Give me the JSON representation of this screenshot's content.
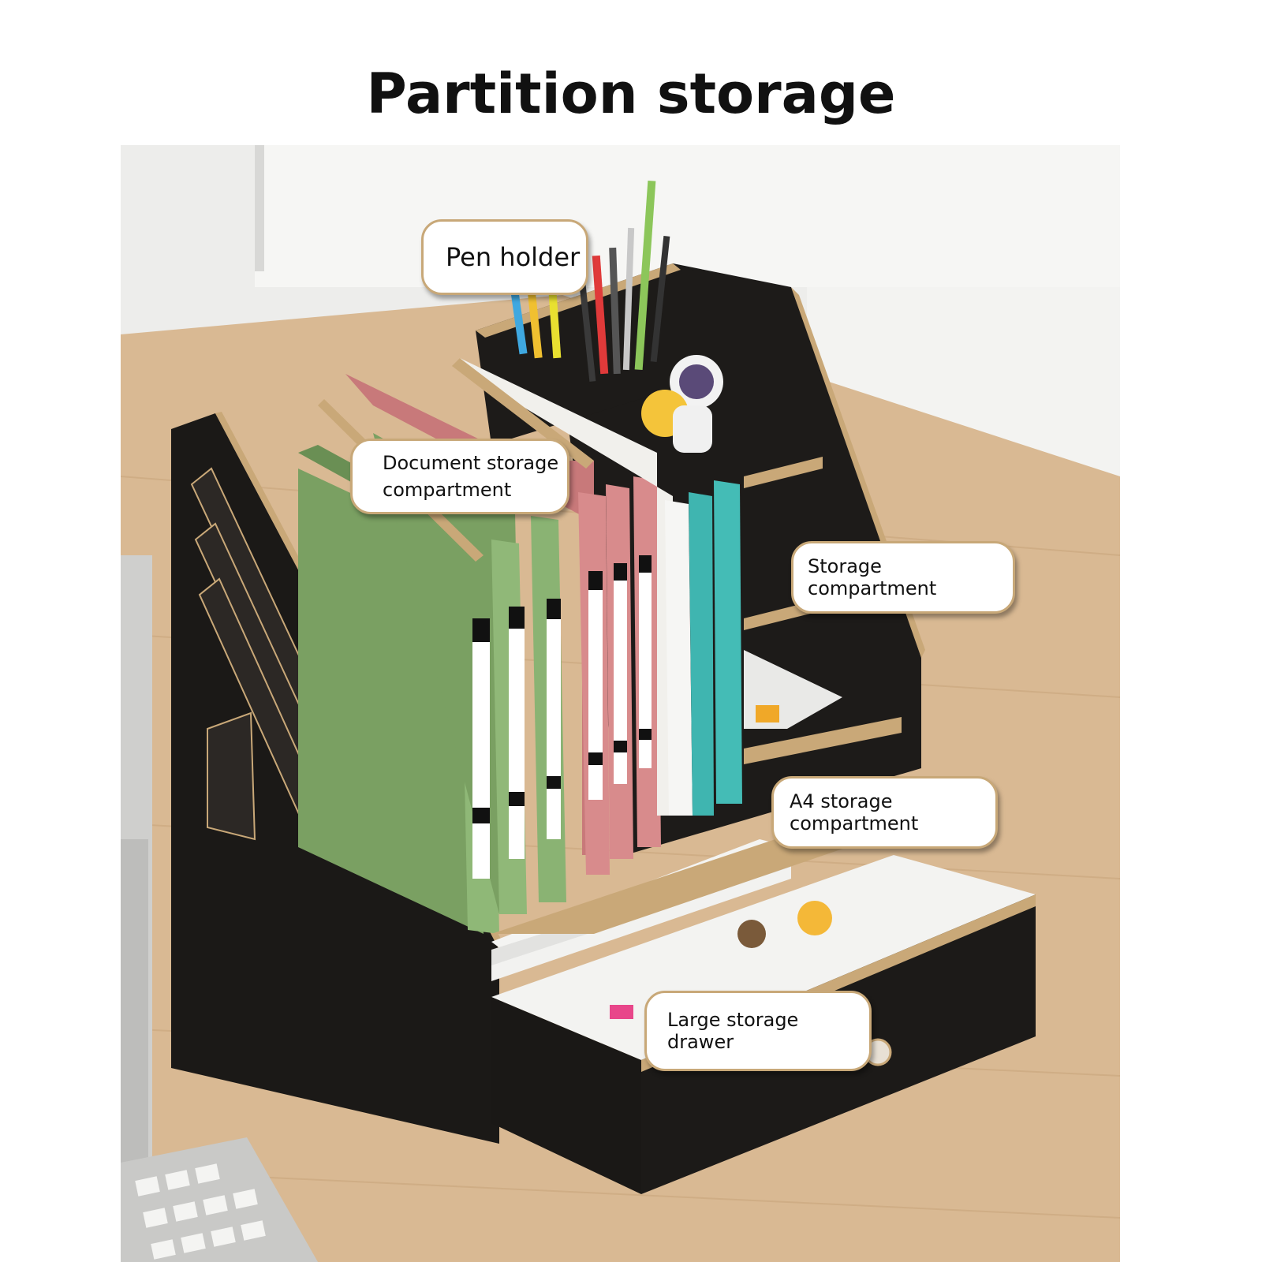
{
  "title": "Partition storage",
  "callouts": {
    "pen_holder": "Pen holder",
    "document_storage": "Document storage\ncompartment",
    "storage_compartment": "Storage compartment",
    "a4_storage": "A4 storage compartment",
    "large_drawer": "Large storage drawer"
  },
  "colors": {
    "organizer": "#1a1816",
    "wood_edge": "#c9a878",
    "green_binder": "#7aa062",
    "pink_binder": "#c8797a",
    "teal_book": "#3fb5b0",
    "desk": "#d8b890",
    "wall": "#eeeeec"
  }
}
